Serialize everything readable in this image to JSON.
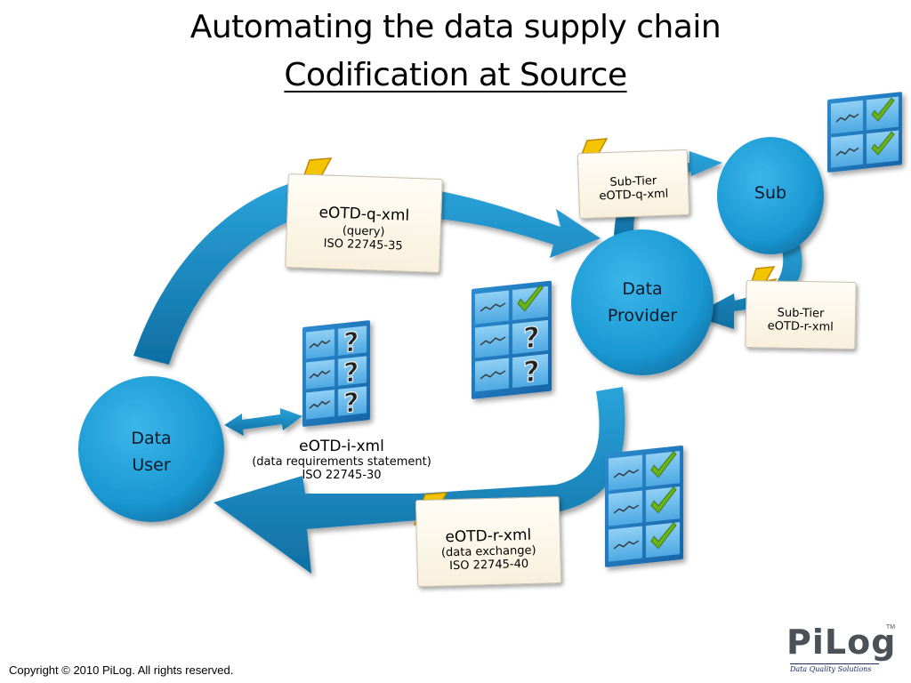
{
  "title": {
    "line1": "Automating the data supply chain",
    "line2": "Codification at Source"
  },
  "nodes": {
    "data_user": {
      "line1": "Data",
      "line2": "User"
    },
    "data_provider": {
      "line1": "Data",
      "line2": "Provider"
    },
    "sub": {
      "label": "Sub"
    }
  },
  "cards": {
    "eotd_q": {
      "title": "eOTD-q-xml",
      "sub1": "(query)",
      "sub2": "ISO 22745-35"
    },
    "eotd_r": {
      "title": "eOTD-r-xml",
      "sub1": "(data exchange)",
      "sub2": "ISO 22745-40"
    },
    "subtier_q": {
      "line1": "Sub-Tier",
      "line2": "eOTD-q-xml"
    },
    "subtier_r": {
      "line1": "Sub-Tier",
      "line2": "eOTD-r-xml"
    }
  },
  "eotd_i": {
    "title": "eOTD-i-xml",
    "sub1": "(data requirements statement)",
    "sub2": "ISO 22745-30"
  },
  "footer": {
    "copyright": "Copyright © 2010 PiLog. All rights reserved.",
    "logo_text": "PiLog",
    "logo_tagline": "Data Quality Solutions",
    "logo_tm": "TM"
  },
  "colors": {
    "circle": "#1f9fd6",
    "arrow": "#1584bd",
    "arrow_dark": "#0e5f8c",
    "grid": "#2a7fc0",
    "check": "#6bb21f",
    "bolt": "#f5c400"
  },
  "icons": [
    "lightning-bolt-icon",
    "checkmark-icon",
    "question-mark-icon",
    "waveform-icon"
  ]
}
